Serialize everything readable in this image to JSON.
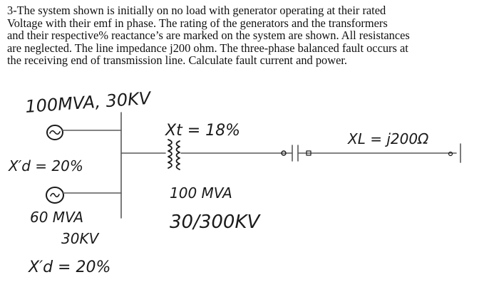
{
  "problem": {
    "lines": [
      "3-The system shown is initially on no load with generator operating at their rated",
      "Voltage with their emf in phase. The rating of the generators and the transformers",
      "and their respective% reactance’s are marked on the system are shown. All resistances",
      " are neglected. The line impedance j200 ohm. The three-phase balanced fault occurs at",
      "the receiving end of transmission line. Calculate fault current and power."
    ]
  },
  "diagram": {
    "gen1": {
      "rating": "100MVA, 30KV",
      "reactance": "X′d = 20%"
    },
    "gen2": {
      "rating": "60 MVA",
      "voltage": "30KV",
      "reactance": "X′d = 20%"
    },
    "transformer": {
      "reactance": "Xt = 18%",
      "rating": "100 MVA",
      "voltage": "30/300KV"
    },
    "line": {
      "reactance": "XL = j200Ω"
    },
    "icons": [
      "generator-symbol",
      "transformer-coil",
      "breaker-symbol"
    ]
  }
}
